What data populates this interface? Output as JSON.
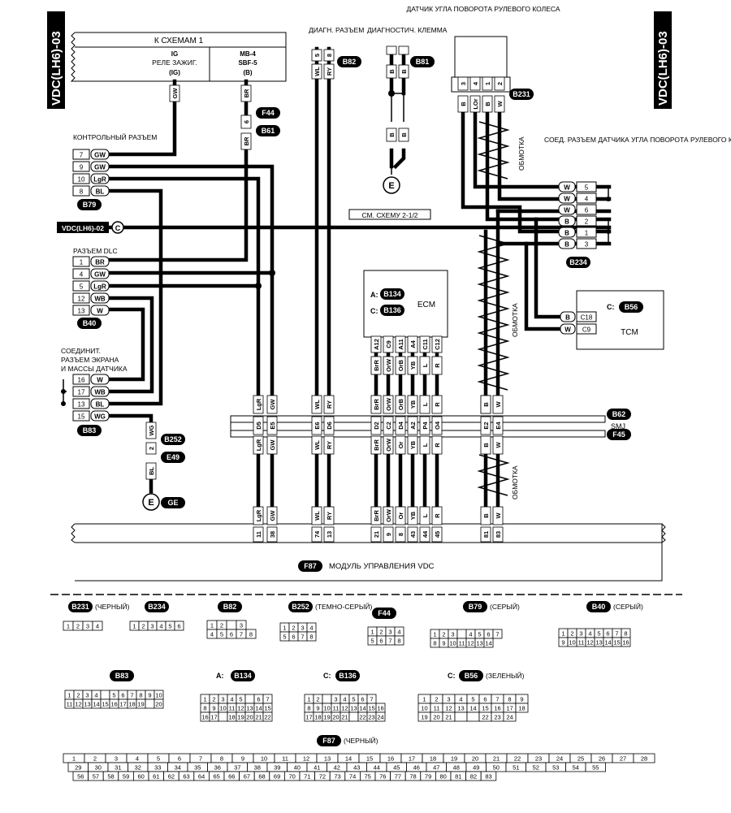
{
  "side_tags": {
    "left": "VDC(LH6)-03",
    "right": "VDC(LH6)-03"
  },
  "top_box": {
    "title": "К СХЕМАМ 1",
    "left_1": "IG",
    "left_2": "РЕЛЕ ЗАЖИГ.",
    "left_3": "(IG)",
    "right_1": "MB-4",
    "right_2": "SBF-5",
    "right_3": "(B)"
  },
  "wire_colors": {
    "gw": "GW",
    "br": "BR",
    "wl": "WL",
    "ry": "RY",
    "b": "B",
    "lor": "LOr",
    "w": "W",
    "lgr": "LgR",
    "brr": "BrR",
    "orw": "OrW",
    "or": "Or",
    "yb": "YB",
    "l": "L",
    "r": "R",
    "wg": "WG",
    "bl": "BL",
    "wb": "WB"
  },
  "connectors": {
    "b82": "B82",
    "b81": "B81",
    "b231": "B231",
    "f44": "F44",
    "b61": "B61",
    "b79": "B79",
    "b40": "B40",
    "b83": "B83",
    "b252": "B252",
    "e49": "E49",
    "ge": "GE",
    "e": "E",
    "c": "C",
    "b234": "B234",
    "b134": "B134",
    "b136": "B136",
    "b56": "B56",
    "b62": "B62",
    "f45": "F45",
    "f87": "F87",
    "f44_pin": "6",
    "b252_pin": "2"
  },
  "labels": {
    "diag_connector": "ДИАГН. РАЗЪЕМ",
    "diag_terminal": "ДИАГНОСТИЧ. КЛЕММА",
    "steering_sensor": "ДАТЧИК УГЛА ПОВОРОТА РУЛЕВОГО КОЛЕСА",
    "control_connector": "КОНТРОЛЬНЫЙ РАЗЪЕМ",
    "vdc_ref": "VDC(LH6)-02",
    "see_scheme": "СМ. СХЕМУ 2-1/2",
    "dlc": "РАЗЪЕМ DLC",
    "shield_1": "СОЕДИНИТ.",
    "shield_2": "РАЗЪЕМ ЭКРАНА",
    "shield_3": "И МАССЫ ДАТЧИКА",
    "sensor_conn": "СОЕД. РАЗЪЕМ ДАТЧИКА УГЛА ПОВОРОТА РУЛЕВОГО КОЛЕСА",
    "winding": "ОБМОТКА",
    "ecm": "ECM",
    "tcm": "TCM",
    "smj": "SMJ",
    "module": "МОДУЛЬ УПРАВЛЕНИЯ VDC",
    "a_prefix": "A:",
    "c_prefix": "C:"
  },
  "b79_pins": [
    {
      "num": "7",
      "color": "GW"
    },
    {
      "num": "9",
      "color": "GW"
    },
    {
      "num": "10",
      "color": "LgR"
    },
    {
      "num": "8",
      "color": "BL"
    }
  ],
  "b40_pins": [
    {
      "num": "1",
      "color": "BR"
    },
    {
      "num": "4",
      "color": "GW"
    },
    {
      "num": "5",
      "color": "LgR"
    },
    {
      "num": "12",
      "color": "WB"
    },
    {
      "num": "13",
      "color": "W"
    }
  ],
  "b83_pins": [
    {
      "num": "16",
      "color": "W"
    },
    {
      "num": "17",
      "color": "WB"
    },
    {
      "num": "13",
      "color": "BL"
    },
    {
      "num": "15",
      "color": "WG"
    }
  ],
  "b234_pins": [
    {
      "color": "W",
      "num": "5"
    },
    {
      "color": "W",
      "num": "4"
    },
    {
      "color": "W",
      "num": "6"
    },
    {
      "color": "B",
      "num": "2"
    },
    {
      "color": "B",
      "num": "1"
    },
    {
      "color": "B",
      "num": "3"
    }
  ],
  "b231_pins": [
    "3",
    "4",
    "1",
    "2"
  ],
  "b231_colors": [
    "B",
    "LOr",
    "B",
    "W"
  ],
  "b82_pins": [
    "5",
    "8"
  ],
  "tcm_pins": [
    {
      "color": "B",
      "pin": "C18"
    },
    {
      "color": "W",
      "pin": "C9"
    }
  ],
  "ecm_pins": [
    "A12",
    "C9",
    "A11",
    "A4",
    "C11",
    "C12"
  ],
  "ecm_colors": [
    "BrR",
    "OrW",
    "OrB",
    "YB",
    "L",
    "R"
  ],
  "smj_wires": [
    {
      "top_color": "LgR",
      "pin": "D5",
      "bottom_color": "LgR",
      "module_pin": "11"
    },
    {
      "top_color": "GW",
      "pin": "E5",
      "bottom_color": "GW",
      "module_pin": "38"
    },
    {
      "top_color": "WL",
      "pin": "E6",
      "bottom_color": "WL",
      "module_pin": "74"
    },
    {
      "top_color": "RY",
      "pin": "D6",
      "bottom_color": "RY",
      "module_pin": "13"
    },
    {
      "top_color": "BrR",
      "pin": "D2",
      "bottom_color": "BrR",
      "module_pin": "21"
    },
    {
      "top_color": "OrW",
      "pin": "C2",
      "bottom_color": "OrW",
      "module_pin": "9"
    },
    {
      "top_color": "OrB",
      "pin": "D4",
      "bottom_color": "Or",
      "module_pin": "8"
    },
    {
      "top_color": "YB",
      "pin": "A2",
      "bottom_color": "YB",
      "module_pin": "43"
    },
    {
      "top_color": "L",
      "pin": "P4",
      "bottom_color": "L",
      "module_pin": "44"
    },
    {
      "top_color": "R",
      "pin": "O4",
      "bottom_color": "R",
      "module_pin": "45"
    },
    {
      "top_color": "B",
      "pin": "E2",
      "bottom_color": "B",
      "module_pin": "81"
    },
    {
      "top_color": "W",
      "pin": "E4",
      "bottom_color": "W",
      "module_pin": "83"
    }
  ],
  "legend": {
    "b231_note": "(ЧЕРНЫЙ)",
    "b252_note": "(ТЕМНО-СЕРЫЙ)",
    "b79_note": "(СЕРЫЙ)",
    "b40_note": "(СЕРЫЙ)",
    "b56_note": "(ЗЕЛЕНЫЙ)",
    "f87_note": "(ЧЕРНЫЙ)",
    "b231_grid": [
      [
        "1",
        "2",
        "3",
        "4"
      ]
    ],
    "b234_grid": [
      [
        "1",
        "2",
        "3",
        "4",
        "5",
        "6"
      ]
    ],
    "b82_grid": [
      [
        "1",
        "2",
        "",
        "3"
      ],
      [
        "4",
        "5",
        "6",
        "7",
        "8"
      ]
    ],
    "b252_grid": [
      [
        "1",
        "2",
        "3",
        "4"
      ],
      [
        "5",
        "6",
        "7",
        "8"
      ]
    ],
    "f44_grid": [
      [
        "1",
        "2",
        "3",
        "4"
      ],
      [
        "5",
        "6",
        "7",
        "8"
      ]
    ],
    "b79_grid": [
      [
        "1",
        "2",
        "3",
        "",
        "4",
        "5",
        "6",
        "7"
      ],
      [
        "8",
        "9",
        "10",
        "11",
        "12",
        "13",
        "14"
      ]
    ],
    "b40_grid": [
      [
        "1",
        "2",
        "3",
        "4",
        "5",
        "6",
        "7",
        "8"
      ],
      [
        "9",
        "10",
        "11",
        "12",
        "13",
        "14",
        "15",
        "16"
      ]
    ],
    "b83_grid": [
      [
        "1",
        "2",
        "3",
        "4",
        "",
        "5",
        "6",
        "7",
        "8",
        "9",
        "10"
      ],
      [
        "11",
        "12",
        "13",
        "14",
        "15",
        "16",
        "17",
        "18",
        "19",
        "",
        "20"
      ]
    ],
    "b134_grid": [
      [
        "1",
        "2",
        "3",
        "4",
        "5",
        "",
        "6",
        "7"
      ],
      [
        "8",
        "9",
        "10",
        "11",
        "12",
        "13",
        "14",
        "15"
      ],
      [
        "16",
        "17",
        "",
        "18",
        "19",
        "20",
        "21",
        "22"
      ]
    ],
    "b136_grid": [
      [
        "1",
        "2",
        "",
        "3",
        "4",
        "5",
        "6",
        "7"
      ],
      [
        "8",
        "9",
        "10",
        "11",
        "12",
        "13",
        "14",
        "15",
        "16"
      ],
      [
        "17",
        "18",
        "19",
        "20",
        "21",
        "",
        "22",
        "23",
        "24"
      ]
    ],
    "b56_grid": [
      [
        "1",
        "2",
        "3",
        "4",
        "5",
        "6",
        "7",
        "8",
        "9"
      ],
      [
        "10",
        "11",
        "12",
        "13",
        "14",
        "15",
        "16",
        "17",
        "18"
      ],
      [
        "19",
        "20",
        "21",
        "",
        "",
        "22",
        "23",
        "24"
      ]
    ],
    "f87_grid": [
      [
        "1",
        "2",
        "3",
        "4",
        "5",
        "6",
        "7",
        "8",
        "9",
        "10",
        "11",
        "12",
        "13",
        "14",
        "15",
        "16",
        "17",
        "18",
        "19",
        "20",
        "21",
        "22",
        "23",
        "24",
        "25",
        "26",
        "27",
        "28"
      ],
      [
        "29",
        "30",
        "31",
        "32",
        "33",
        "34",
        "35",
        "36",
        "37",
        "38",
        "39",
        "40",
        "41",
        "42",
        "43",
        "44",
        "45",
        "46",
        "47",
        "48",
        "49",
        "50",
        "51",
        "52",
        "53",
        "54",
        "55"
      ],
      [
        "56",
        "57",
        "58",
        "59",
        "60",
        "61",
        "62",
        "63",
        "64",
        "65",
        "66",
        "67",
        "68",
        "69",
        "70",
        "71",
        "72",
        "73",
        "74",
        "75",
        "76",
        "77",
        "78",
        "79",
        "80",
        "81",
        "82",
        "83"
      ]
    ]
  }
}
